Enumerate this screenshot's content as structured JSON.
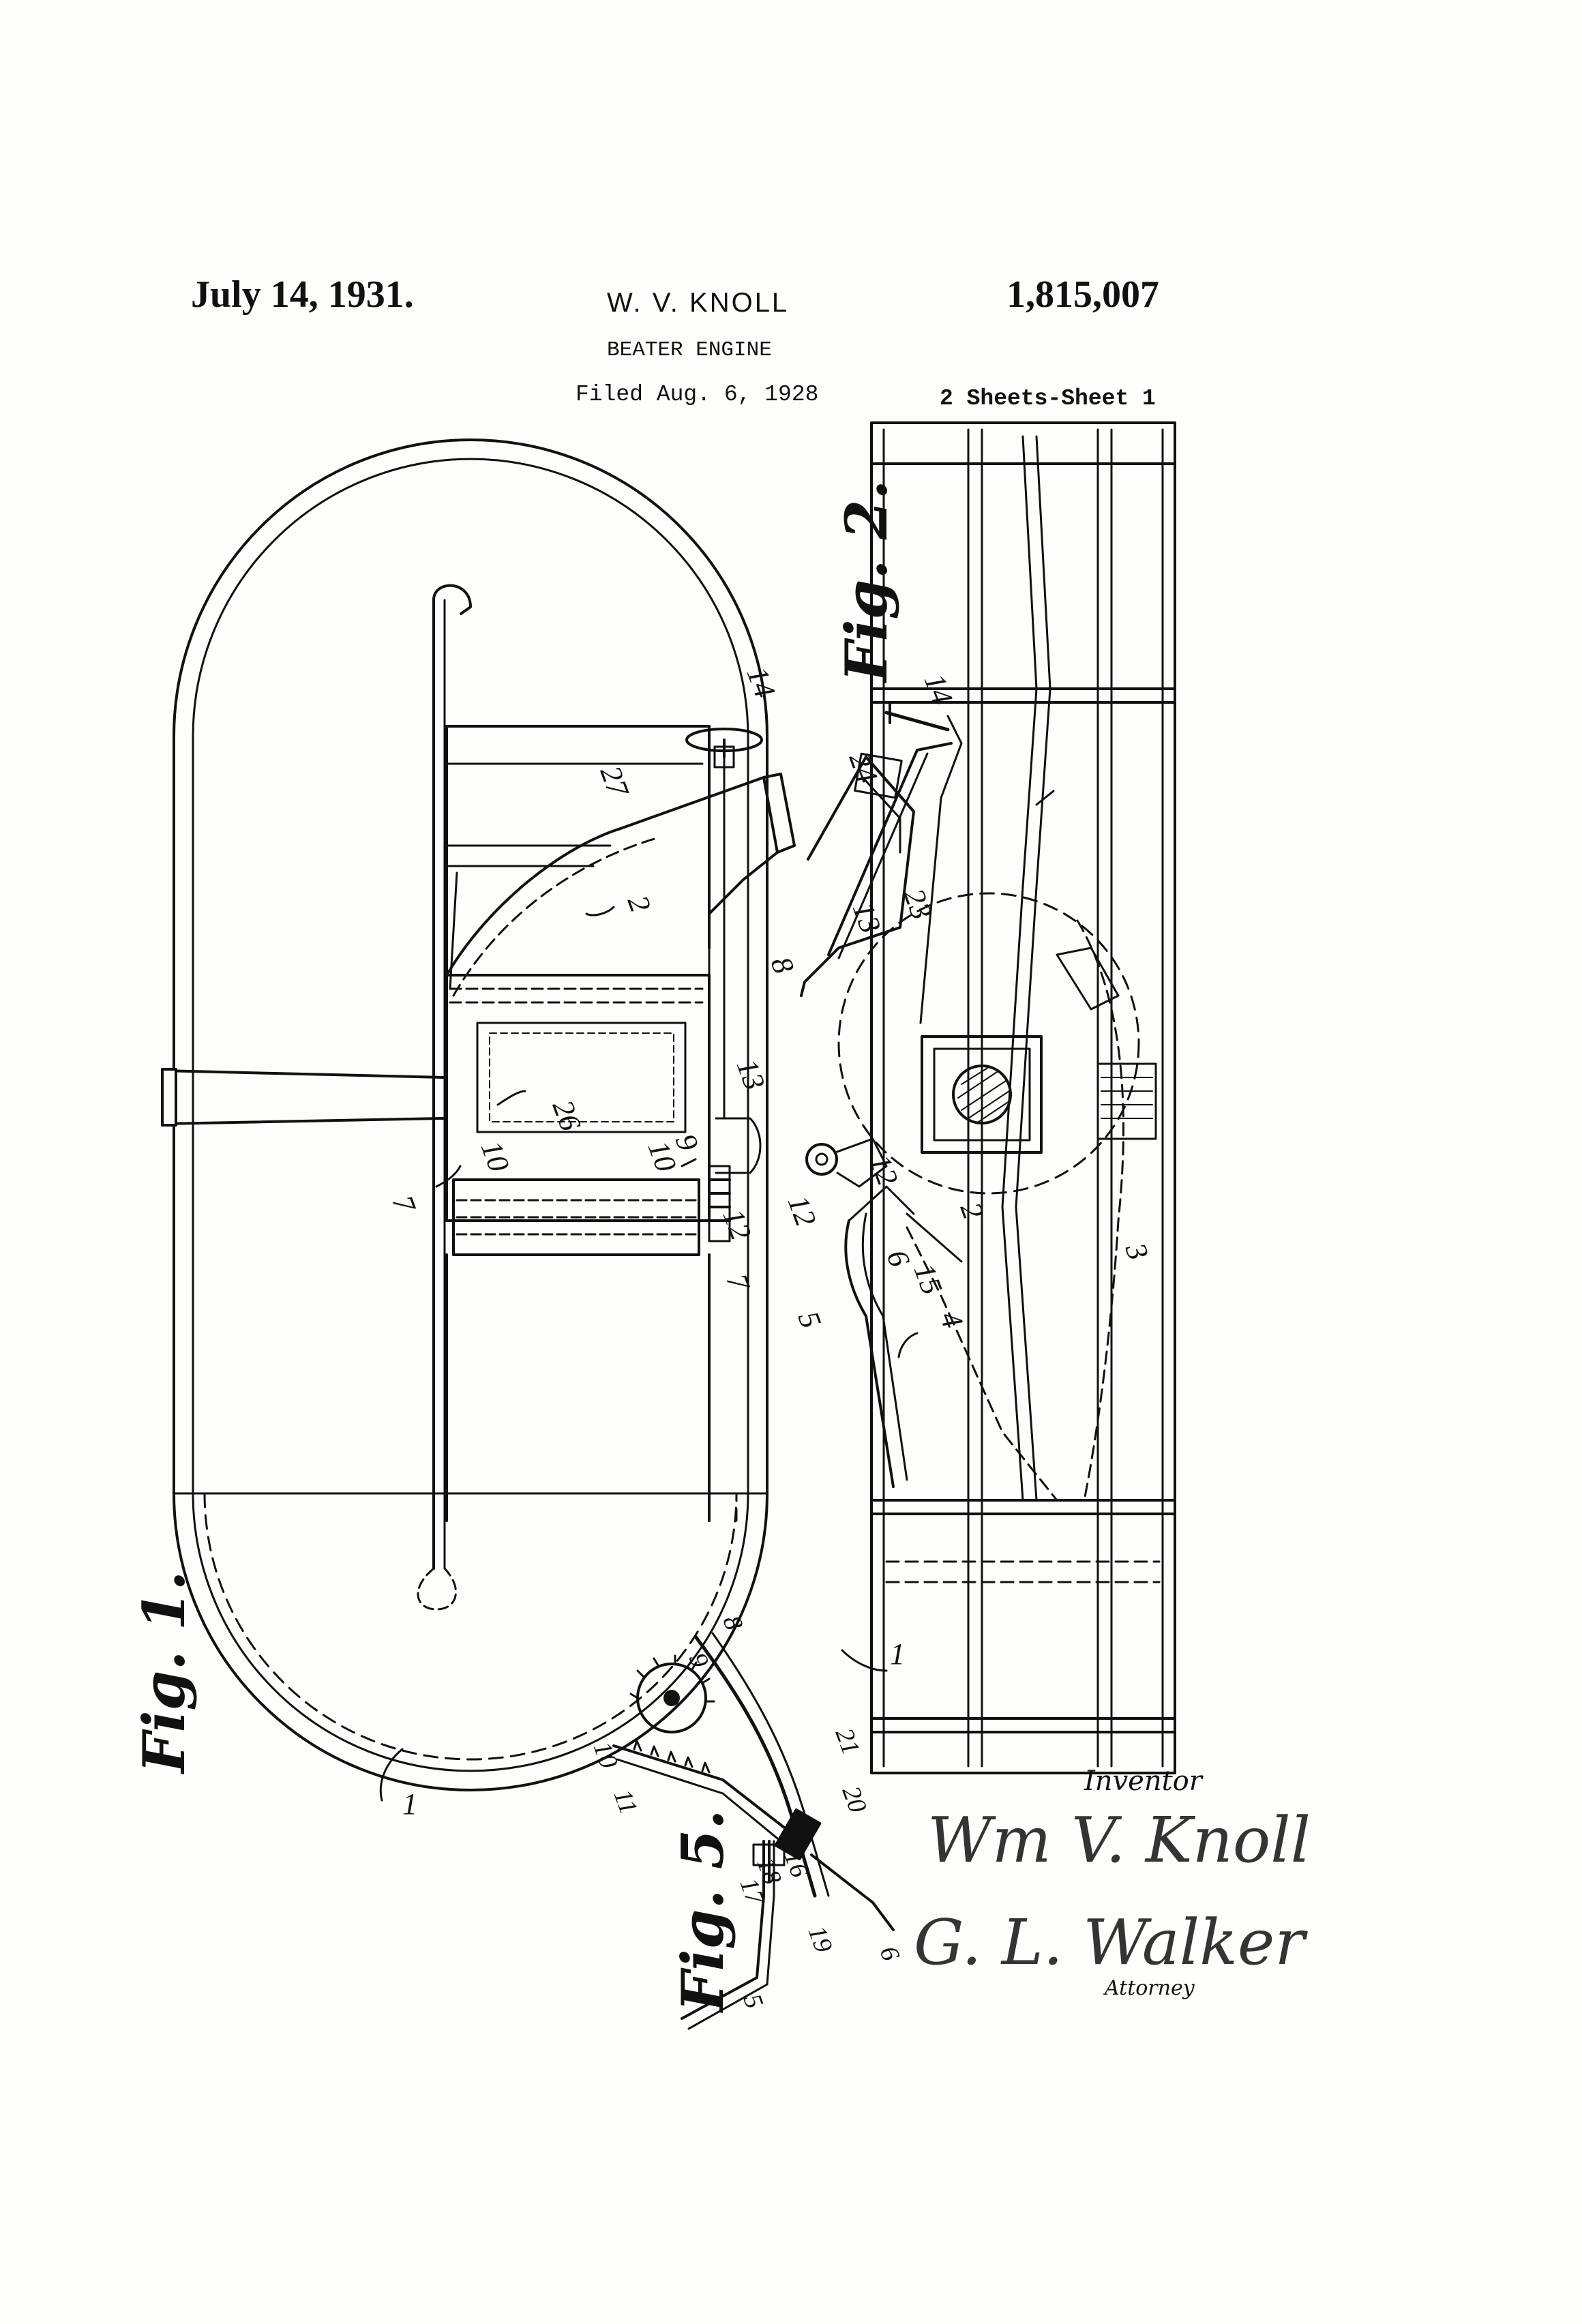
{
  "header": {
    "date": "July 14, 1931.",
    "inventor_name": "W. V. KNOLL",
    "patent_number": "1,815,007",
    "title": "BEATER ENGINE",
    "filed": "Filed Aug. 6, 1928",
    "sheets": "2 Sheets-Sheet 1"
  },
  "figures": {
    "fig1": "Fig. 1.",
    "fig2": "Fig. 2.",
    "fig5": "Fig. 5."
  },
  "reference_numerals": {
    "fig1": [
      "1",
      "2",
      "7",
      "7",
      "9",
      "10",
      "10",
      "12",
      "13",
      "14",
      "26",
      "27"
    ],
    "fig2": [
      "1",
      "2",
      "3",
      "4",
      "5",
      "6",
      "8",
      "12",
      "12",
      "13",
      "14",
      "15",
      "23",
      "24"
    ],
    "fig5": [
      "5",
      "6",
      "8",
      "9",
      "10",
      "11",
      "16",
      "17",
      "18",
      "19",
      "20",
      "21"
    ]
  },
  "signature_block": {
    "inventor_label": "Inventor",
    "inventor_signature": "Wm V. Knoll",
    "attorney_signature": "G. L. Walker",
    "attorney_label": "Attorney"
  },
  "colors": {
    "ink": "#111111",
    "paper": "#fdfdfc"
  }
}
